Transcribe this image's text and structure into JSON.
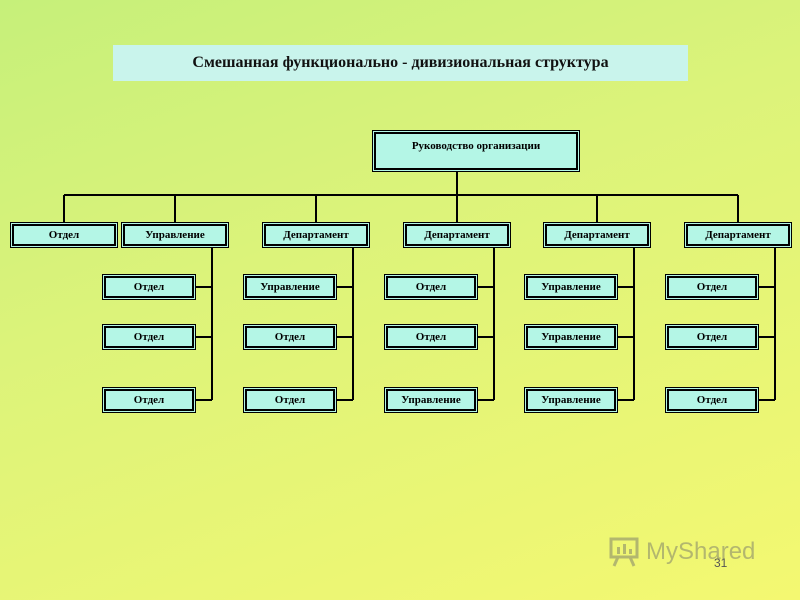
{
  "title": "Смешанная функционально - дивизиональная структура",
  "root": "Руководство организации",
  "columns": [
    {
      "head": "Отдел",
      "children": []
    },
    {
      "head": "Управление",
      "children": [
        "Отдел",
        "Отдел",
        "Отдел"
      ]
    },
    {
      "head": "Департамент",
      "children": [
        "Управление",
        "Отдел",
        "Отдел"
      ]
    },
    {
      "head": "Департамент",
      "children": [
        "Отдел",
        "Отдел",
        "Управление"
      ]
    },
    {
      "head": "Департамент",
      "children": [
        "Управление",
        "Управление",
        "Управление"
      ]
    },
    {
      "head": "Департамент",
      "children": [
        "Отдел",
        "Отдел",
        "Отдел"
      ]
    }
  ],
  "watermark": "MyShared",
  "page_number": "31",
  "colors": {
    "node_fill": "#b4f6e6",
    "title_fill": "#c9f4ec",
    "line": "#000000"
  }
}
